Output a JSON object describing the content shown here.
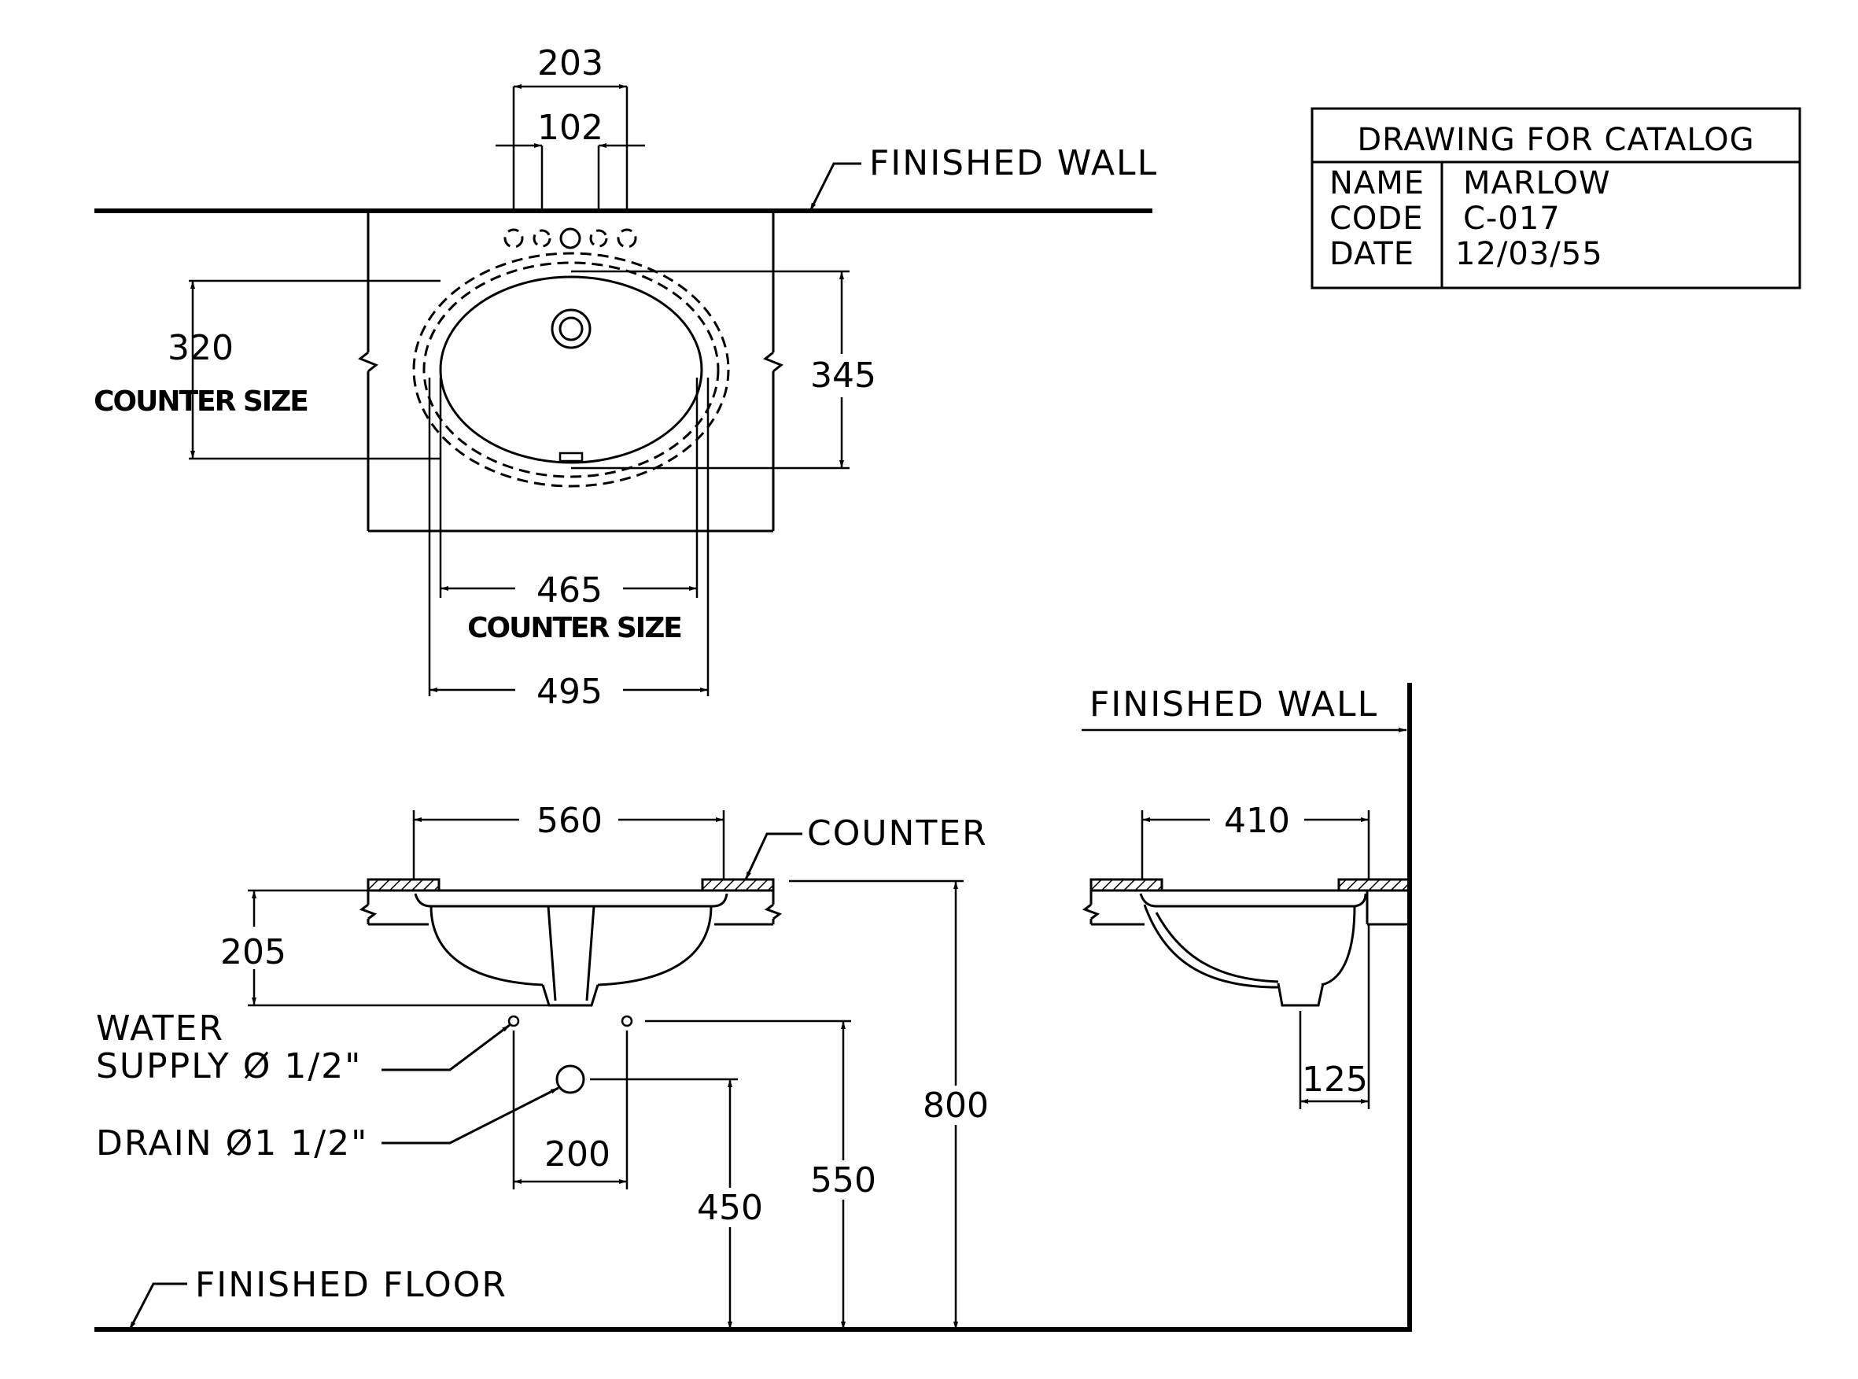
{
  "title_block": {
    "heading": "DRAWING FOR CATALOG",
    "rows": [
      {
        "key": "NAME",
        "value": "MARLOW"
      },
      {
        "key": "CODE",
        "value": "C-017"
      },
      {
        "key": "DATE",
        "value": "12/03/55"
      }
    ]
  },
  "plan_view": {
    "wall_label": "FINISHED WALL",
    "dim_203": "203",
    "dim_102": "102",
    "dim_320": "320",
    "counter_size_left": "COUNTER SIZE",
    "dim_345": "345",
    "dim_465": "465",
    "counter_size_bottom": "COUNTER SIZE",
    "dim_495": "495"
  },
  "front_view": {
    "dim_560": "560",
    "counter_label": "COUNTER",
    "dim_205": "205",
    "water_supply_line1": "WATER",
    "water_supply_line2": "SUPPLY Ø 1/2\"",
    "drain_label": "DRAIN Ø1 1/2\"",
    "dim_200": "200",
    "dim_450": "450",
    "dim_550": "550",
    "dim_800": "800",
    "floor_label": "FINISHED FLOOR"
  },
  "side_view": {
    "wall_label": "FINISHED WALL",
    "dim_410": "410",
    "dim_125": "125"
  }
}
